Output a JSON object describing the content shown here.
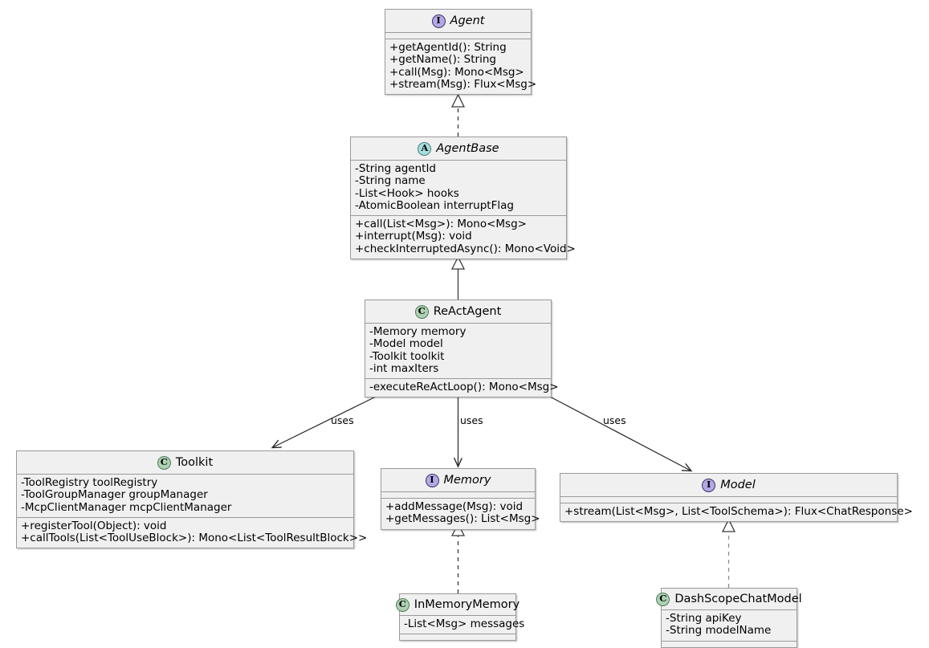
{
  "diagram": {
    "kind": "uml-class-diagram",
    "background": "#ffffff",
    "colors": {
      "interface_icon": "#b4a7e5",
      "abstract_icon": "#a9dcdc",
      "class_icon": "#add1b2",
      "box_border": "#9a9a9a",
      "header_fill": "#f0f0f0",
      "line": "#3a3a3a"
    },
    "classes": [
      {
        "id": "agent",
        "name": "Agent",
        "stereotype": "I",
        "stereotype_kind": "interface",
        "italic": true,
        "attributes": [],
        "methods": [
          "+getAgentId(): String",
          "+getName(): String",
          "+call(Msg): Mono<Msg>",
          "+stream(Msg): Flux<Msg>"
        ]
      },
      {
        "id": "agentbase",
        "name": "AgentBase",
        "stereotype": "A",
        "stereotype_kind": "abstract",
        "italic": true,
        "attributes": [
          "-String agentId",
          "-String name",
          "-List<Hook> hooks",
          "-AtomicBoolean interruptFlag"
        ],
        "methods": [
          "+call(List<Msg>): Mono<Msg>",
          "+interrupt(Msg): void",
          "+checkInterruptedAsync(): Mono<Void>"
        ]
      },
      {
        "id": "reactagent",
        "name": "ReActAgent",
        "stereotype": "C",
        "stereotype_kind": "class",
        "italic": false,
        "attributes": [
          "-Memory memory",
          "-Model model",
          "-Toolkit toolkit",
          "-int maxIters"
        ],
        "methods": [
          "-executeReActLoop(): Mono<Msg>"
        ]
      },
      {
        "id": "toolkit",
        "name": "Toolkit",
        "stereotype": "C",
        "stereotype_kind": "class",
        "italic": false,
        "attributes": [
          "-ToolRegistry toolRegistry",
          "-ToolGroupManager groupManager",
          "-McpClientManager mcpClientManager"
        ],
        "methods": [
          "+registerTool(Object): void",
          "+callTools(List<ToolUseBlock>): Mono<List<ToolResultBlock>>"
        ]
      },
      {
        "id": "memory",
        "name": "Memory",
        "stereotype": "I",
        "stereotype_kind": "interface",
        "italic": true,
        "attributes": [],
        "methods": [
          "+addMessage(Msg): void",
          "+getMessages(): List<Msg>"
        ]
      },
      {
        "id": "model",
        "name": "Model",
        "stereotype": "I",
        "stereotype_kind": "interface",
        "italic": true,
        "attributes": [],
        "methods": [
          "+stream(List<Msg>, List<ToolSchema>): Flux<ChatResponse>"
        ]
      },
      {
        "id": "inmemorymemory",
        "name": "InMemoryMemory",
        "stereotype": "C",
        "stereotype_kind": "class",
        "italic": false,
        "attributes": [
          "-List<Msg> messages"
        ],
        "methods": []
      },
      {
        "id": "dashscopechatmodel",
        "name": "DashScopeChatModel",
        "stereotype": "C",
        "stereotype_kind": "class",
        "italic": false,
        "attributes": [
          "-String apiKey",
          "-String modelName"
        ],
        "methods": []
      }
    ],
    "relations": [
      {
        "id": "r1",
        "from": "agentbase",
        "to": "agent",
        "type": "realization",
        "style": "dashed",
        "arrow": "hollow-triangle",
        "label": ""
      },
      {
        "id": "r2",
        "from": "reactagent",
        "to": "agentbase",
        "type": "inheritance",
        "style": "solid",
        "arrow": "hollow-triangle",
        "label": ""
      },
      {
        "id": "r3",
        "from": "reactagent",
        "to": "toolkit",
        "type": "association",
        "style": "solid",
        "arrow": "open-arrow",
        "label": "uses"
      },
      {
        "id": "r4",
        "from": "reactagent",
        "to": "memory",
        "type": "association",
        "style": "solid",
        "arrow": "open-arrow",
        "label": "uses"
      },
      {
        "id": "r5",
        "from": "reactagent",
        "to": "model",
        "type": "association",
        "style": "solid",
        "arrow": "open-arrow",
        "label": "uses"
      },
      {
        "id": "r6",
        "from": "inmemorymemory",
        "to": "memory",
        "type": "realization",
        "style": "dashed",
        "arrow": "hollow-triangle",
        "label": ""
      },
      {
        "id": "r7",
        "from": "dashscopechatmodel",
        "to": "model",
        "type": "realization",
        "style": "dashed",
        "arrow": "hollow-triangle",
        "label": ""
      }
    ],
    "edge_labels": [
      {
        "id": "l1",
        "text": "uses"
      },
      {
        "id": "l2",
        "text": "uses"
      },
      {
        "id": "l3",
        "text": "uses"
      }
    ]
  }
}
